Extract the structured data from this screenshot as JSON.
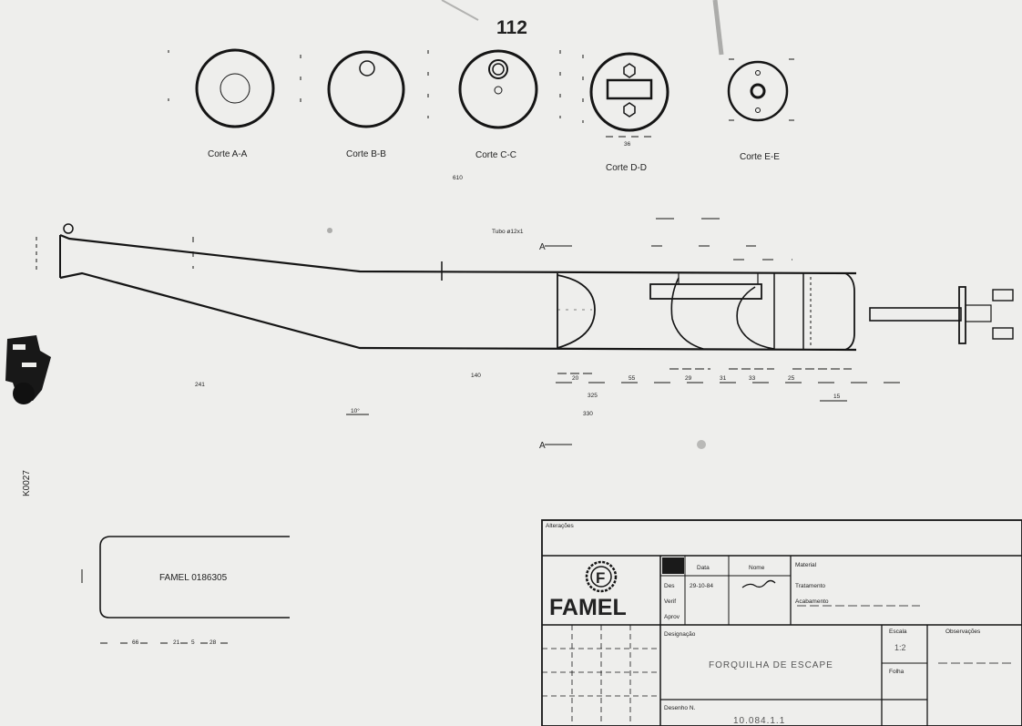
{
  "sheet_number": "112",
  "archive_code": "K0027",
  "sections": [
    {
      "label": "Corte A-A"
    },
    {
      "label": "Corte B-B"
    },
    {
      "label": "Corte C-C"
    },
    {
      "label": "Corte D-D"
    },
    {
      "label": "Corte E-E"
    }
  ],
  "main_view": {
    "overall_length": "610",
    "tube_note": "Tubo ø12x1",
    "bottom_dims": [
      "20",
      "55",
      "29",
      "31",
      "33",
      "25",
      "15"
    ],
    "lower_dims": [
      "241",
      "140",
      "325",
      "330",
      "10°"
    ],
    "section_marks": [
      "A",
      "A"
    ]
  },
  "stamp_part": {
    "text": "FAMEL 0186305",
    "dims": [
      "66",
      "21",
      "5",
      "28"
    ]
  },
  "title_block": {
    "alteracoes_label": "Alterações",
    "brand": "FAMEL",
    "data_label": "Data",
    "nome_label": "Nome",
    "des_label": "Des",
    "verif_label": "Verif",
    "aprov_label": "Aprov",
    "des_date": "29-10-84",
    "material_label": "Material",
    "tratamento_label": "Tratamento",
    "acabamento_label": "Acabamento",
    "designacao_label": "Designação",
    "designacao_value": "FORQUILHA DE ESCAPE",
    "desenho_label": "Desenho N.",
    "desenho_value": "10.084.1.1",
    "escala_label": "Escala",
    "escala_value": "1:2",
    "folha_label": "Folha",
    "observacoes_label": "Observações"
  },
  "colors": {
    "paper": "#eeeeec",
    "ink": "#151515"
  }
}
